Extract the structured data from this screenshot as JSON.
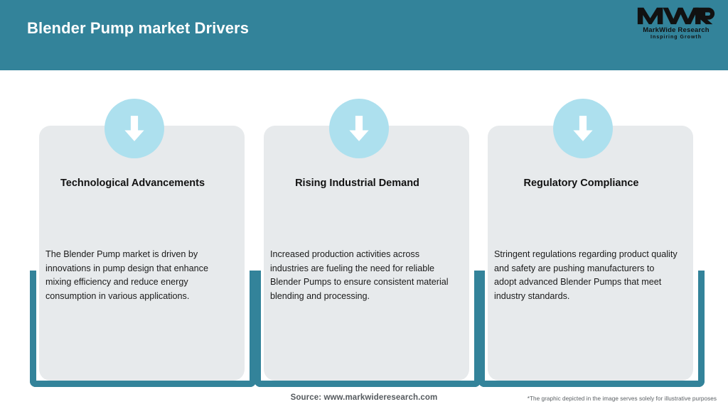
{
  "header": {
    "title": "Blender Pump market Drivers",
    "background_color": "#33839a",
    "title_color": "#ffffff"
  },
  "logo": {
    "mark": "MWR",
    "name": "MarkWide Research",
    "tagline": "Inspiring Growth"
  },
  "theme": {
    "accent_teal": "#33839a",
    "icon_circle_blue": "#ade0ee",
    "card_gray": "#e7eaec",
    "arrow_white": "#ffffff"
  },
  "cards": [
    {
      "icon": "arrow-down-icon",
      "title": "Technological Advancements",
      "description": "The Blender Pump market is driven by innovations in pump design that enhance mixing efficiency and reduce energy consumption in various applications."
    },
    {
      "icon": "arrow-down-icon",
      "title": "Rising Industrial Demand",
      "description": "Increased production activities across industries are fueling the need for reliable Blender Pumps to ensure consistent material blending and processing."
    },
    {
      "icon": "arrow-down-icon",
      "title": "Regulatory Compliance",
      "description": "Stringent regulations regarding product quality and safety are pushing manufacturers to adopt advanced Blender Pumps that meet industry standards."
    }
  ],
  "footer": {
    "source": "Source: www.markwideresearch.com",
    "disclaimer": "*The graphic depicted in the image serves solely for illustrative purposes"
  }
}
